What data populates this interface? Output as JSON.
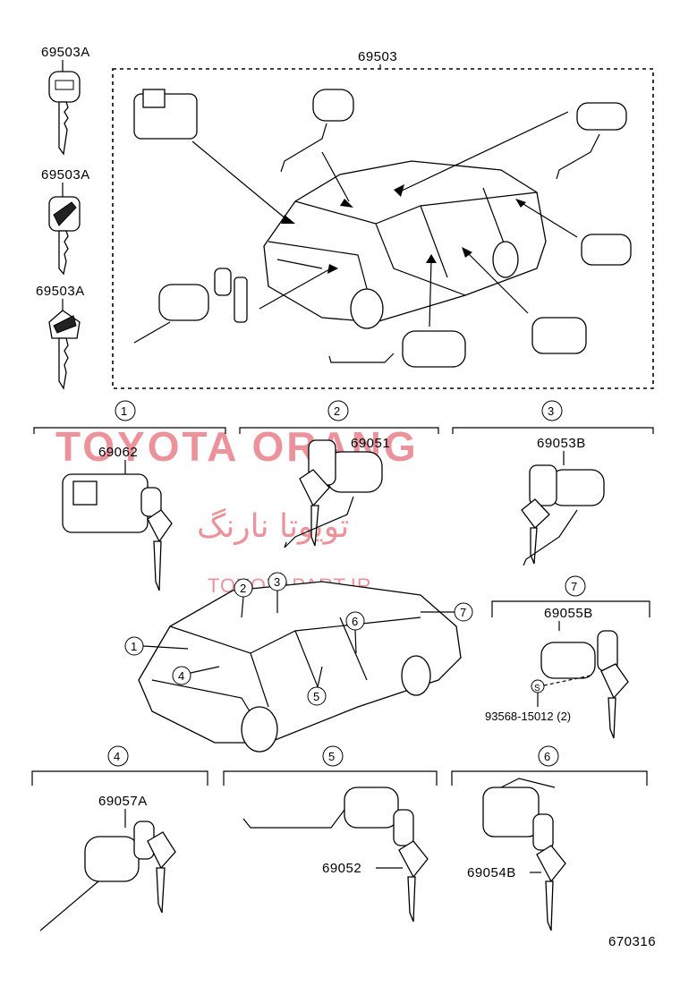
{
  "keys_top": [
    "69503A",
    "69503A",
    "69503A"
  ],
  "assembly_label": "69503",
  "sections": [
    {
      "num": "1",
      "part": "69062"
    },
    {
      "num": "2",
      "part": "69051"
    },
    {
      "num": "3",
      "part": "69053B"
    },
    {
      "num": "7",
      "part": "69055B",
      "extra": "93568-15012 (2)",
      "washer": "S"
    },
    {
      "num": "4",
      "part": "69057A"
    },
    {
      "num": "5",
      "part": "69052"
    },
    {
      "num": "6",
      "part": "69054B"
    }
  ],
  "van_callouts": [
    "1",
    "2",
    "3",
    "4",
    "5",
    "6",
    "7"
  ],
  "diagram_code": "670316",
  "watermark": {
    "line1": "TOYOTA ORANG",
    "line2": "تویوتا نارنگ",
    "line3": "TOYOTAPART.IR"
  }
}
